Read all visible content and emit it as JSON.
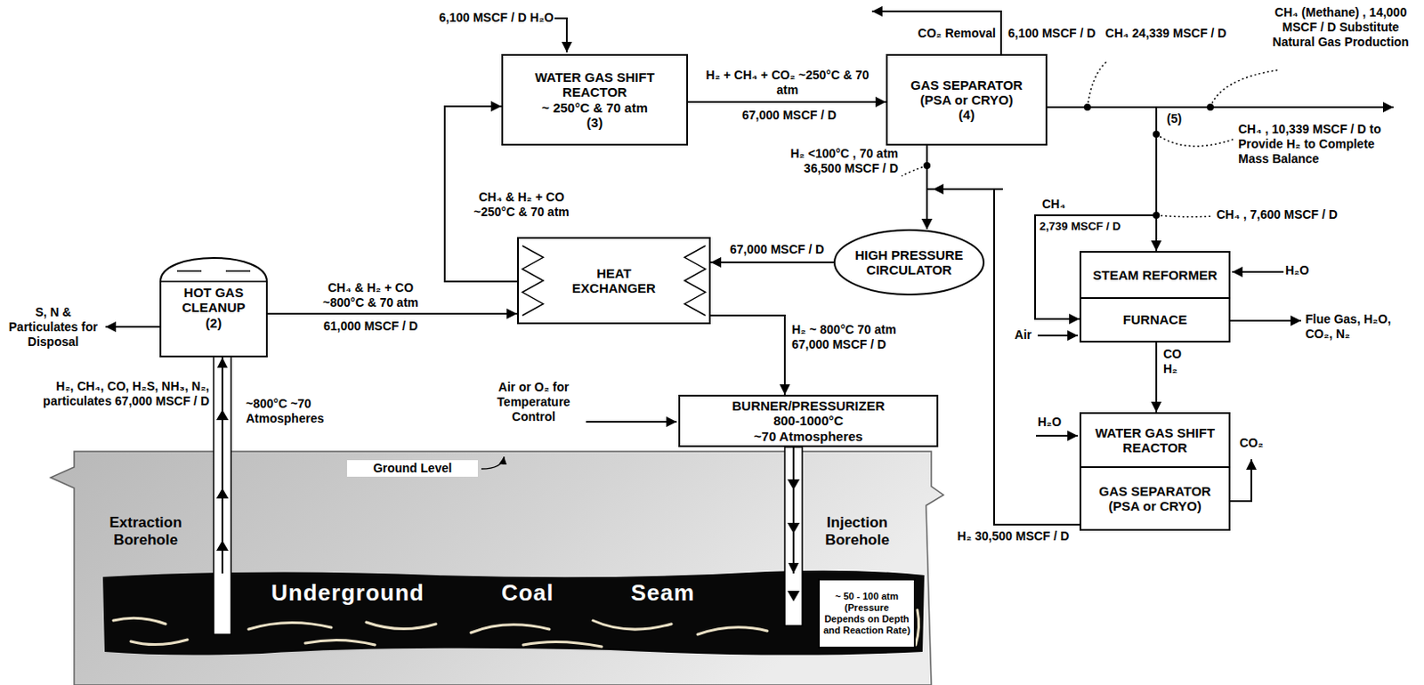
{
  "diagram": {
    "nodes": [
      {
        "text": [
          "HOT GAS CLEANUP",
          "(2)"
        ]
      },
      {
        "text": [
          "WATER GAS SHIFT REACTOR",
          "~ 250°C & 70 atm",
          "(3)"
        ]
      },
      {
        "text": [
          "GAS SEPARATOR",
          "(PSA or CRYO)",
          "(4)"
        ]
      },
      {
        "text": [
          "HEAT EXCHANGER"
        ]
      },
      {
        "text": [
          "HIGH PRESSURE CIRCULATOR"
        ]
      },
      {
        "text": [
          "BURNER/PRESSURIZER",
          "800-1000°C",
          "~70 Atmospheres"
        ]
      },
      {
        "text": [
          "STEAM REFORMER"
        ]
      },
      {
        "text": [
          "FURNACE"
        ]
      },
      {
        "text": [
          "WATER GAS SHIFT REACTOR"
        ]
      },
      {
        "text": [
          "GAS SEPARATOR",
          "(PSA or CRYO)"
        ]
      },
      {
        "text": [
          "Underground Coal Seam"
        ]
      },
      {
        "text": [
          "~ 50 - 100 atm",
          "(Pressure Depends on Depth and Reaction Rate)"
        ],
        "in": 10
      }
    ],
    "edges": [
      {
        "from": 10,
        "to": 0,
        "arrow": "to"
      },
      {
        "from": 0,
        "to": 3,
        "arrow": "to",
        "label": "CH₄ & H₂ + CO ~800°C & 70 atm"
      },
      {
        "from": 3,
        "to": 1,
        "arrow": "to",
        "label": "CH₄ & H₂ + CO ~250°C & 70 atm"
      },
      {
        "from": 1,
        "to": 2,
        "arrow": "to",
        "label": "H₂ + CH₄ + CO₂ ~250°C & 70 atm"
      },
      {
        "from": 2,
        "to": 4,
        "arrow": "to",
        "label": "H₂ <100°C , 70 atm 36,500 MSCF / D"
      },
      {
        "from": 4,
        "to": 3,
        "arrow": "to",
        "label": "67,000 MSCF / D"
      },
      {
        "from": 3,
        "to": 5,
        "arrow": "to",
        "label": "H₂ ~ 800°C 70 atm 67,000 MSCF / D"
      },
      {
        "from": 5,
        "to": 10,
        "arrow": "to"
      },
      {
        "from": 2,
        "to": 6,
        "arrow": "to",
        "label": "CH₄ , 7,600 MSCF / D"
      },
      {
        "from": 2,
        "to": 7,
        "arrow": "to",
        "label": "CH₄"
      },
      {
        "from": 7,
        "to": 8,
        "arrow": "to",
        "label": "CO H₂"
      },
      {
        "from": 9,
        "to": 4,
        "arrow": "to",
        "label": "H₂ 30,500 MSCF / D"
      }
    ],
    "labels": [
      "6,100 MSCF / D H₂O",
      "CO₂ Removal",
      "6,100 MSCF / D",
      "CH₄ 24,339 MSCF / D",
      "CH₄ (Methane) , 14,000 MSCF / D Substitute Natural Gas Production",
      "(5)",
      "CH₄ , 10,339 MSCF / D to Provide H₂ to Complete Mass Balance",
      "2,739 MSCF / D",
      "H₂O",
      "Air",
      "Flue Gas, H₂O, CO₂, N₂",
      "H₂O",
      "CO₂",
      "S, N & Particulates for Disposal",
      "H₂, CH₄, CO, H₂S, NH₃, N₂, particulates 67,000 MSCF / D",
      "~800°C ~70 Atmospheres",
      "61,000 MSCF / D",
      "67,000 MSCF / D",
      "Air or O₂ for Temperature Control",
      "Ground Level",
      "Extraction Borehole",
      "Injection Borehole"
    ]
  }
}
